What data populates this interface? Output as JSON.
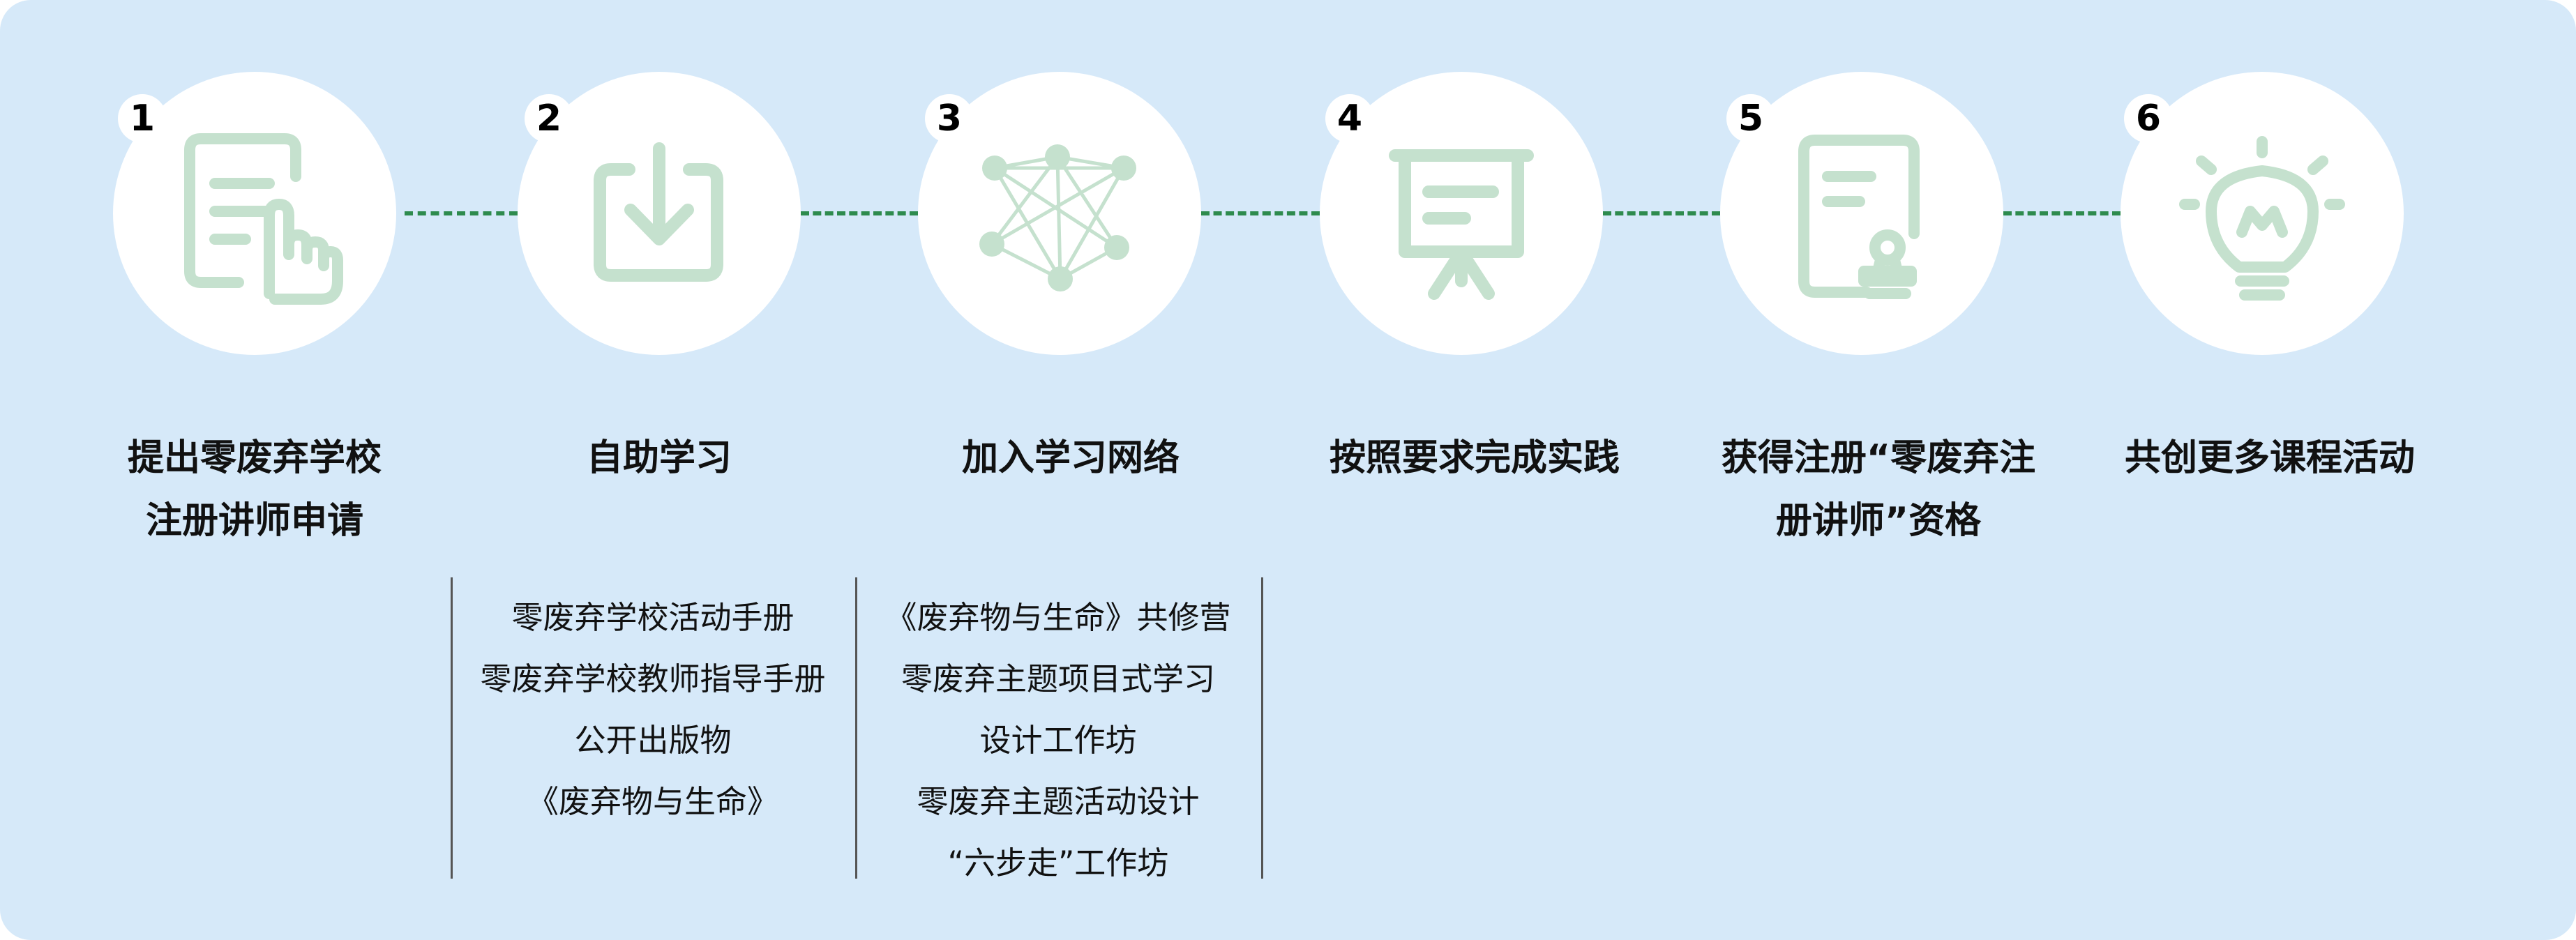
{
  "icon_color": "#c5e1ce",
  "connector_color": "#2e8b4e",
  "background_color": "#d6e9f9",
  "steps": [
    {
      "number": "1",
      "title_line1": "提出零废弃学校",
      "title_line2": "注册讲师申请",
      "icon": "application-form-hand-icon"
    },
    {
      "number": "2",
      "title_line1": "自助学习",
      "title_line2": "",
      "icon": "download-icon"
    },
    {
      "number": "3",
      "title_line1": "加入学习网络",
      "title_line2": "",
      "icon": "network-icon"
    },
    {
      "number": "4",
      "title_line1": "按照要求完成实践",
      "title_line2": "",
      "icon": "presentation-board-icon"
    },
    {
      "number": "5",
      "title_line1": "获得注册“零废弃注",
      "title_line2": "册讲师”资格",
      "icon": "certificate-stamp-icon"
    },
    {
      "number": "6",
      "title_line1": "共创更多课程活动",
      "title_line2": "",
      "icon": "lightbulb-icon"
    }
  ],
  "resources": {
    "self_study": [
      "零废弃学校活动手册",
      "零废弃学校教师指导手册",
      "公开出版物",
      "《废弃物与生命》"
    ],
    "network": [
      "《废弃物与生命》共修营",
      "零废弃主题项目式学习",
      "设计工作坊",
      "零废弃主题活动设计",
      "“六步走”工作坊"
    ]
  }
}
